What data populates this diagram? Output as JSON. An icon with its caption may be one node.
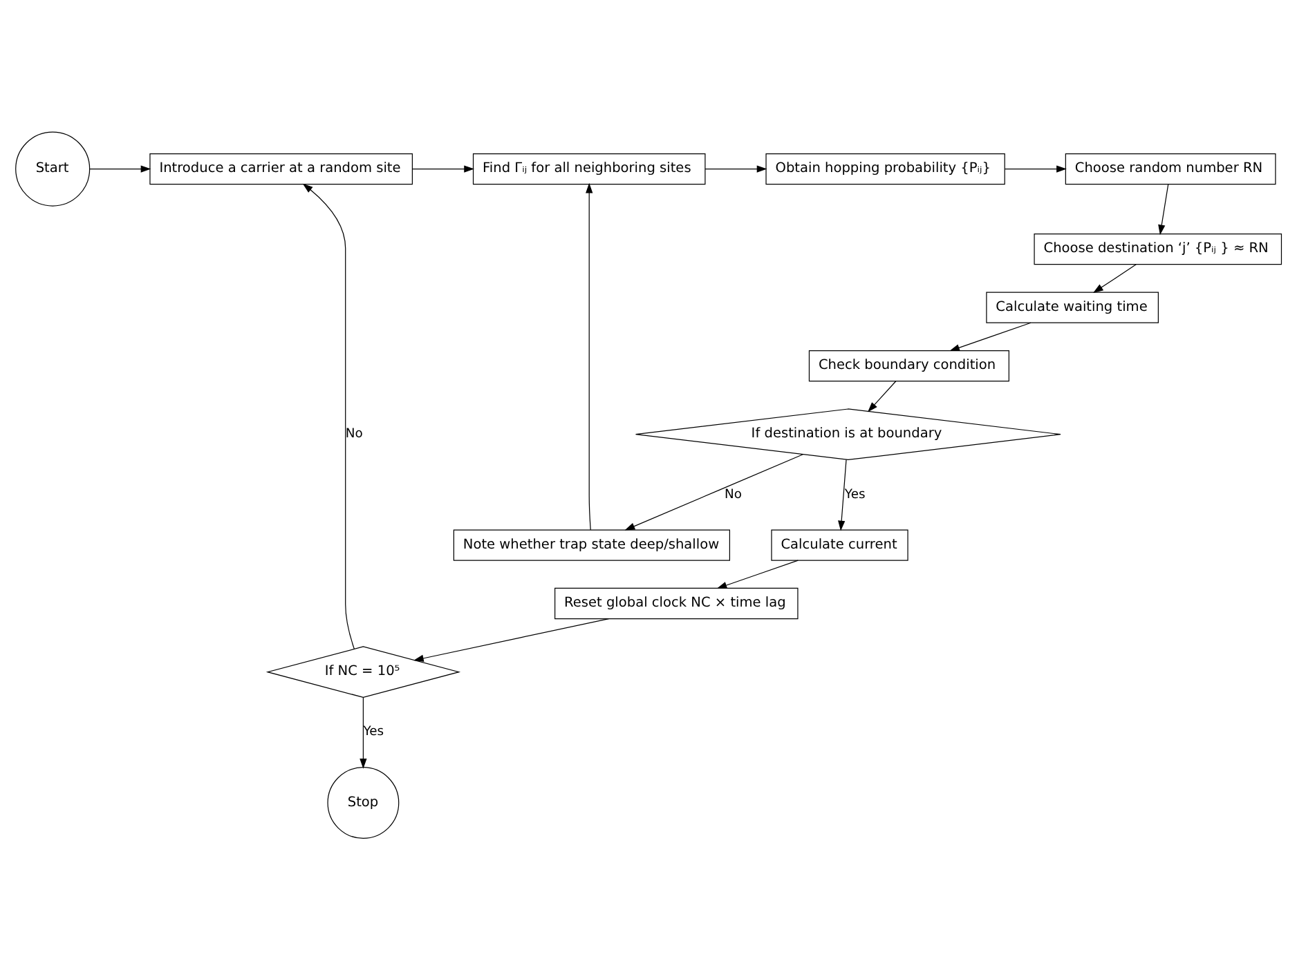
{
  "diagram": {
    "nodes": [
      {
        "text": [
          "Start"
        ]
      },
      {
        "text": [
          "Introduce a carrier at a random site"
        ]
      },
      {
        "text": [
          "Find Γᵢⱼ for all neighboring sites"
        ]
      },
      {
        "text": [
          "Obtain hopping probability {Pᵢⱼ}"
        ]
      },
      {
        "text": [
          "Choose random number RN"
        ]
      },
      {
        "text": [
          "Choose destination ‘j’ {Pᵢⱼ } ≈ RN"
        ]
      },
      {
        "text": [
          "Calculate waiting time"
        ]
      },
      {
        "text": [
          "Check boundary condition"
        ]
      },
      {
        "text": [
          "If destination is at boundary"
        ]
      },
      {
        "text": [
          "Note whether trap state deep/shallow"
        ]
      },
      {
        "text": [
          "Calculate current"
        ]
      },
      {
        "text": [
          "Reset global clock NC × time lag"
        ]
      },
      {
        "text": [
          "If NC = 10⁵"
        ]
      },
      {
        "text": [
          "Stop"
        ]
      }
    ],
    "edges": [
      {
        "from": 0,
        "to": 1,
        "arrow": "to"
      },
      {
        "from": 1,
        "to": 2,
        "arrow": "to"
      },
      {
        "from": 2,
        "to": 3,
        "arrow": "to"
      },
      {
        "from": 3,
        "to": 4,
        "arrow": "to"
      },
      {
        "from": 4,
        "to": 5,
        "arrow": "to"
      },
      {
        "from": 5,
        "to": 6,
        "arrow": "to"
      },
      {
        "from": 6,
        "to": 7,
        "arrow": "to"
      },
      {
        "from": 7,
        "to": 8,
        "arrow": "to"
      },
      {
        "from": 8,
        "to": 9,
        "arrow": "to",
        "label": "No"
      },
      {
        "from": 9,
        "to": 2,
        "arrow": "to"
      },
      {
        "from": 8,
        "to": 10,
        "arrow": "to",
        "label": "Yes"
      },
      {
        "from": 10,
        "to": 11,
        "arrow": "to"
      },
      {
        "from": 11,
        "to": 12,
        "arrow": "to"
      },
      {
        "from": 12,
        "to": 13,
        "arrow": "to",
        "label": "Yes"
      },
      {
        "from": 12,
        "to": 1,
        "arrow": "to",
        "label": "No"
      }
    ]
  }
}
